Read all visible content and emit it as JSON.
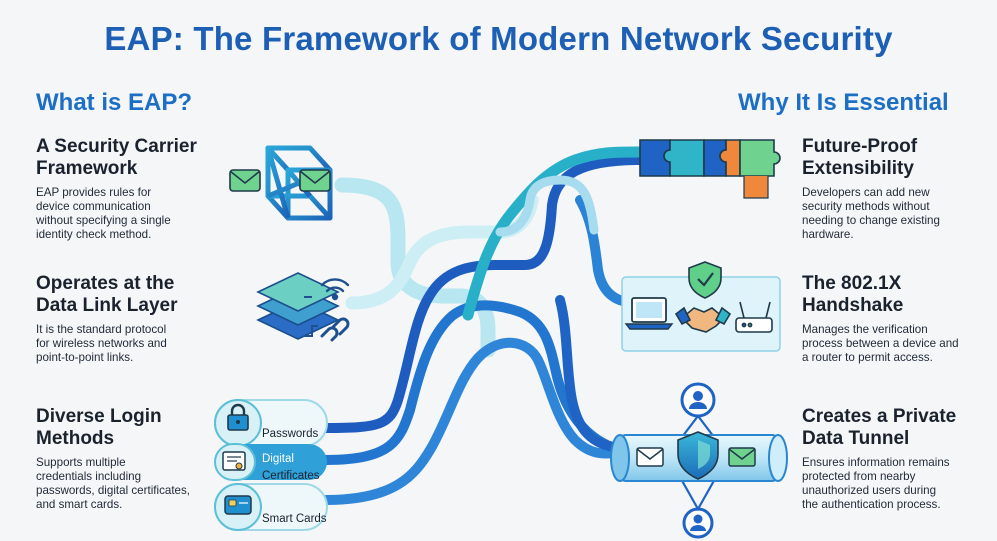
{
  "title": "EAP: The Framework of Modern Network Security",
  "left_heading": "What is EAP?",
  "right_heading": "Why It Is Essential",
  "left_blocks": [
    {
      "heading_lines": [
        "A Security Carrier",
        "Framework"
      ],
      "body_lines": [
        "EAP provides rules for",
        "device communication",
        "without specifying a single",
        "identity check method."
      ]
    },
    {
      "heading_lines": [
        "Operates at the",
        "Data Link Layer"
      ],
      "body_lines": [
        "It is the standard protocol",
        "for wireless networks and",
        "point-to-point links."
      ]
    },
    {
      "heading_lines": [
        "Diverse Login",
        "Methods"
      ],
      "body_lines": [
        "Supports multiple",
        "credentials including",
        "passwords, digital certificates,",
        "and smart cards."
      ]
    }
  ],
  "right_blocks": [
    {
      "heading_lines": [
        "Future-Proof",
        "Extensibility"
      ],
      "body_lines": [
        "Developers can add new",
        "security methods without",
        "needing to change existing",
        "hardware."
      ]
    },
    {
      "heading_lines": [
        "The 802.1X",
        "Handshake"
      ],
      "body_lines": [
        "Manages the verification",
        "process between a device and",
        "a router to permit access."
      ]
    },
    {
      "heading_lines": [
        "Creates a Private",
        "Data Tunnel"
      ],
      "body_lines": [
        "Ensures information remains",
        "protected from nearby",
        "unauthorized users during",
        "the authentication process."
      ]
    }
  ],
  "login_methods": {
    "passwords": "Passwords",
    "certificates_line1": "Digital",
    "certificates_line2": "Certificates",
    "smart_cards": "Smart Cards"
  },
  "colors": {
    "title": "#1c5fb4",
    "heading": "#1c6fc4",
    "pipe_dark": "#1f5fc0",
    "pipe_mid": "#2f8fd8",
    "pipe_light": "#a9e2ef",
    "teal": "#26b5c8",
    "green": "#5fcf8a",
    "orange": "#f0883c"
  },
  "icons": [
    "network-cube-icon",
    "layers-icon",
    "wifi-icon",
    "link-icon",
    "lock-icon",
    "certificate-icon",
    "smart-card-icon",
    "puzzle-icon",
    "shield-check-icon",
    "laptop-icon",
    "handshake-icon",
    "router-icon",
    "tunnel-icon",
    "user-icon",
    "envelope-icon"
  ]
}
